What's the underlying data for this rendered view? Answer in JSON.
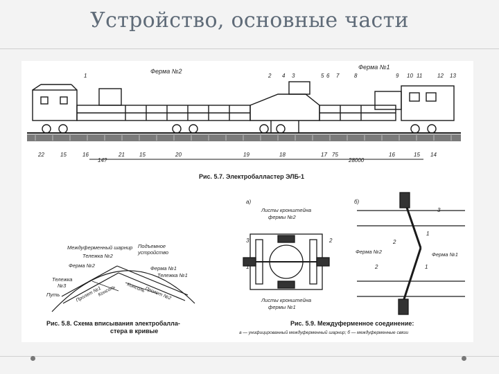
{
  "slide": {
    "title": "Устройство, основные части"
  },
  "figure_57": {
    "caption": "Рис. 5.7. Электробалластер ЭЛБ-1",
    "top_labels": {
      "ferma2": "Ферма №2",
      "ferma1": "Ферма №1",
      "n1": "1",
      "n2": "2",
      "n4": "4",
      "n3": "3",
      "n5": "5",
      "n6": "6",
      "n7": "7",
      "n8": "8",
      "n9": "9",
      "n10": "10",
      "n11": "11",
      "n12": "12",
      "n13": "13"
    },
    "bottom_labels": {
      "b22": "22",
      "b15a": "15",
      "b16": "16",
      "b21": "21",
      "b15b": "15",
      "b20": "20",
      "b19": "19",
      "b18": "18",
      "b17": "17",
      "b75": "75",
      "b16b": "16",
      "b15c": "15",
      "b14": "14"
    },
    "dims": {
      "d1": "14?",
      "d2": "28000"
    }
  },
  "figure_58": {
    "caption_line1": "Рис. 5.8. Схема вписывания электробалла-",
    "caption_line2": "стера в кривые",
    "labels": {
      "hinge": "Междуферменный шарнир",
      "telezhka2": "Тележка №2",
      "lift": "Подъемное",
      "lift2": "устройство",
      "ferma2": "Ферма №2",
      "ferma1": "Ферма №1",
      "telezhka1": "Тележка №1",
      "telezhka3a": "Тележка",
      "telezhka3b": "№3",
      "put": "Путь",
      "prolet1": "Пролет №1",
      "prolet2": "Пролет №2",
      "konsol1": "Консоль",
      "konsol2": "Консоль"
    }
  },
  "figure_59": {
    "caption_line1": "Рис. 5.9. Междуферменное соединение:",
    "caption_line2": "а — унифицированный междуферменный шарнир; б — междуферменные связи",
    "a_label": "а)",
    "b_label": "б)",
    "bracket_top1": "Листы кронштейна",
    "bracket_top2": "фермы №2",
    "bracket_bot1": "Листы кронштейна",
    "bracket_bot2": "фермы №1",
    "num1": "1",
    "num2": "2",
    "num3": "3",
    "ferma2": "Ферма №2",
    "ferma1": "Ферма №1",
    "b_num1": "1",
    "b_num2": "2",
    "b_num3": "3",
    "b_num2b": "2",
    "b_num1b": "1"
  }
}
